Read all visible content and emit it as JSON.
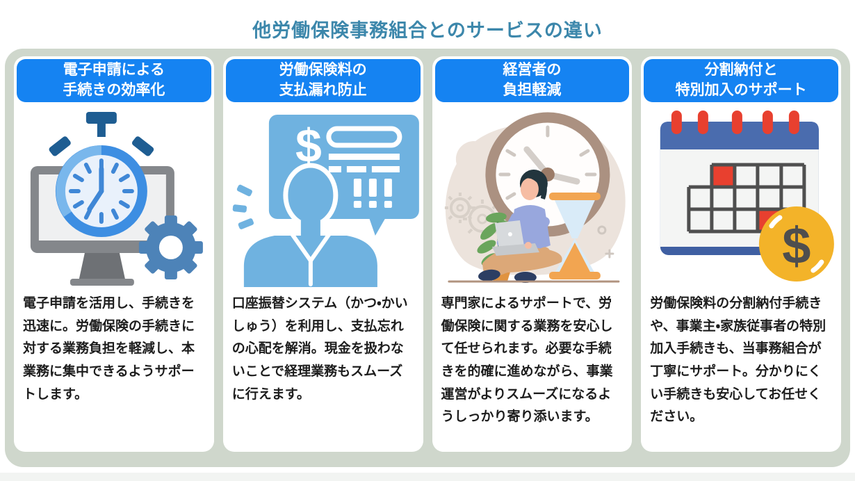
{
  "page": {
    "title": "他労働保険事務組合とのサービスの違い",
    "colors": {
      "title_text": "#3c87ab",
      "panel_background": "#cfd7cc",
      "card_header_background": "#1583f2",
      "card_background": "#ffffff",
      "body_text": "#1d1d1d",
      "accent_red": "#e8402f",
      "accent_gold": "#f3b329",
      "illustration_blue": "#6fb2e0"
    }
  },
  "cards": [
    {
      "header": "電子申請による\n手続きの効率化",
      "illustration": "monitor-stopwatch-gear",
      "body": "電子申請を活用し、手続きを迅速に。労働保険の手続きに対する業務負担を軽減し、本業務に集中できるようサポートします。"
    },
    {
      "header": "労働保険料の\n支払漏れ防止",
      "illustration": "person-billing-speech-bubble",
      "body": "口座振替システム（かつ・かいしゅう）を利用し、支払忘れの心配を解消。現金を扱わないことで経理業務もスムーズに行えます。"
    },
    {
      "header": "経営者の\n負担軽減",
      "illustration": "person-laptop-clock-hourglass",
      "body": "専門家によるサポートで、労働保険に関する業務を安心して任せられます。必要な手続きを的確に進めながら、事業運営がよりスムーズになるようしっかり寄り添います。"
    },
    {
      "header": "分割納付と\n特別加入のサポート",
      "illustration": "calendar-coin",
      "body": "労働保険料の分割納付手続きや、事業主・家族従事者の特別加入手続きも、当事務組合が丁寧にサポート。分かりにくい手続きも安心してお任せください。"
    }
  ]
}
